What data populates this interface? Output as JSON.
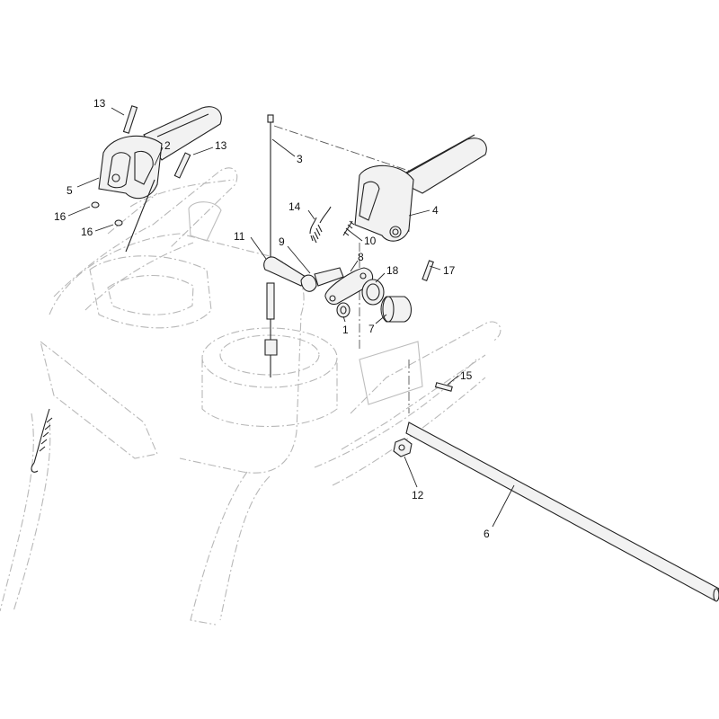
{
  "callouts": [
    {
      "id": "c13a",
      "text": "13"
    },
    {
      "id": "c13b",
      "text": "13"
    },
    {
      "id": "c2",
      "text": "2"
    },
    {
      "id": "c5",
      "text": "5"
    },
    {
      "id": "c16a",
      "text": "16"
    },
    {
      "id": "c16b",
      "text": "16"
    },
    {
      "id": "c3",
      "text": "3"
    },
    {
      "id": "c4",
      "text": "4"
    },
    {
      "id": "c14",
      "text": "14"
    },
    {
      "id": "c10",
      "text": "10"
    },
    {
      "id": "c11",
      "text": "11"
    },
    {
      "id": "c9",
      "text": "9"
    },
    {
      "id": "c8",
      "text": "8"
    },
    {
      "id": "c18",
      "text": "18"
    },
    {
      "id": "c17",
      "text": "17"
    },
    {
      "id": "c1",
      "text": "1"
    },
    {
      "id": "c7",
      "text": "7"
    },
    {
      "id": "c15",
      "text": "15"
    },
    {
      "id": "c12",
      "text": "12"
    },
    {
      "id": "c6",
      "text": "6"
    }
  ]
}
